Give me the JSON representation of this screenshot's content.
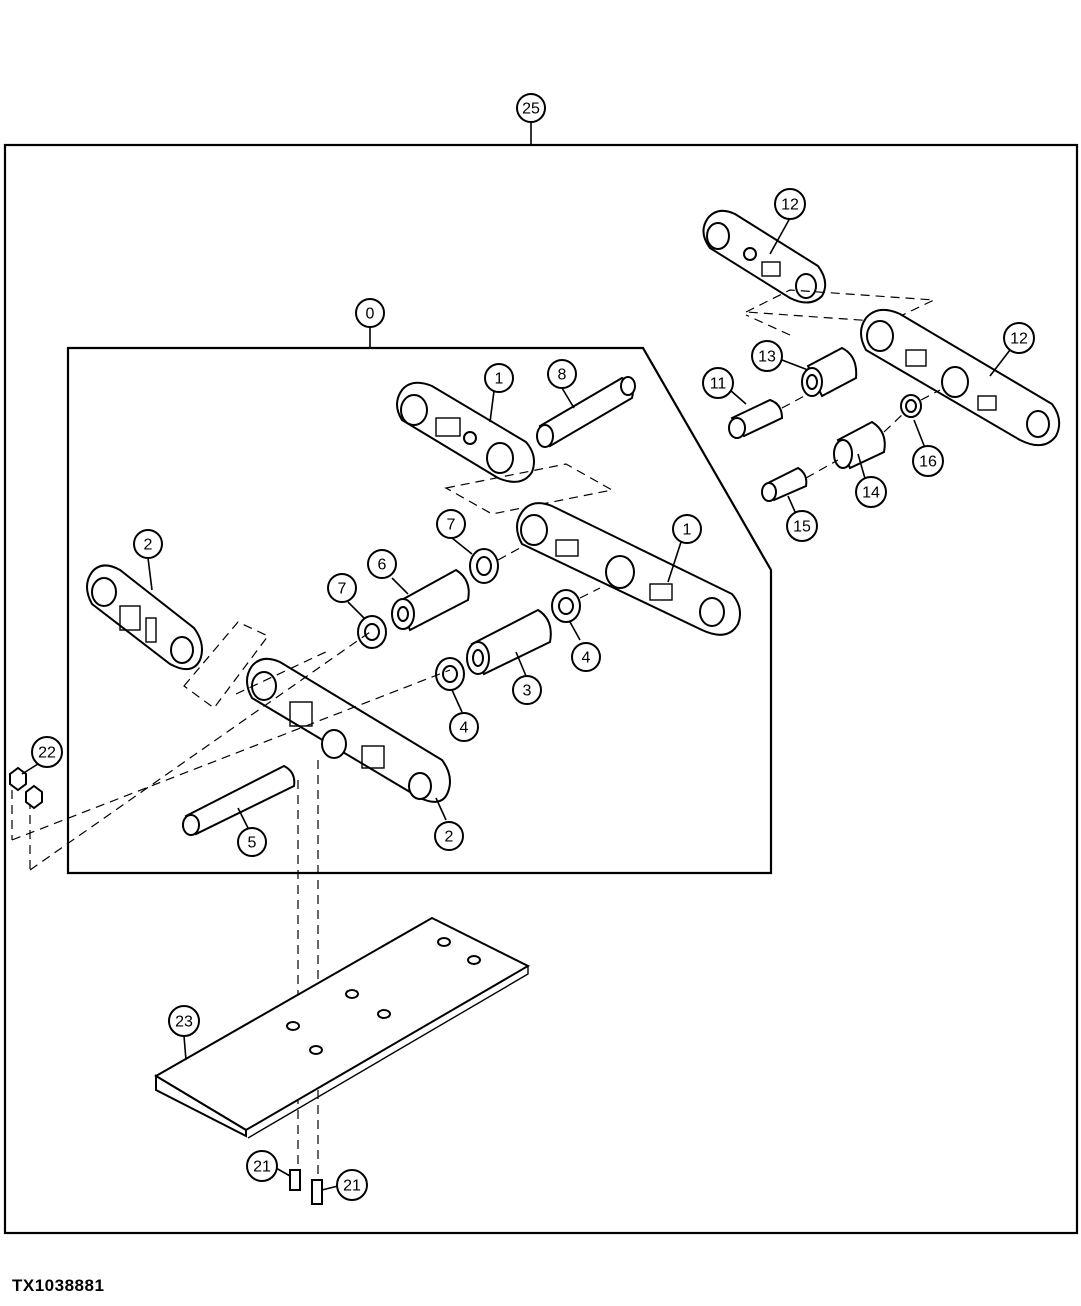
{
  "figure_id": "TX1038881",
  "callouts": [
    {
      "key": "c25",
      "label": "25"
    },
    {
      "key": "c0",
      "label": "0"
    },
    {
      "key": "c12a",
      "label": "12"
    },
    {
      "key": "c12b",
      "label": "12"
    },
    {
      "key": "c13",
      "label": "13"
    },
    {
      "key": "c11",
      "label": "11"
    },
    {
      "key": "c14",
      "label": "14"
    },
    {
      "key": "c15",
      "label": "15"
    },
    {
      "key": "c16",
      "label": "16"
    },
    {
      "key": "c1a",
      "label": "1"
    },
    {
      "key": "c8",
      "label": "8"
    },
    {
      "key": "c1b",
      "label": "1"
    },
    {
      "key": "c7a",
      "label": "7"
    },
    {
      "key": "c6",
      "label": "6"
    },
    {
      "key": "c7b",
      "label": "7"
    },
    {
      "key": "c4a",
      "label": "4"
    },
    {
      "key": "c3",
      "label": "3"
    },
    {
      "key": "c4b",
      "label": "4"
    },
    {
      "key": "c2a",
      "label": "2"
    },
    {
      "key": "c2b",
      "label": "2"
    },
    {
      "key": "c5",
      "label": "5"
    },
    {
      "key": "c22",
      "label": "22"
    },
    {
      "key": "c23",
      "label": "23"
    },
    {
      "key": "c21a",
      "label": "21"
    },
    {
      "key": "c21b",
      "label": "21"
    }
  ]
}
